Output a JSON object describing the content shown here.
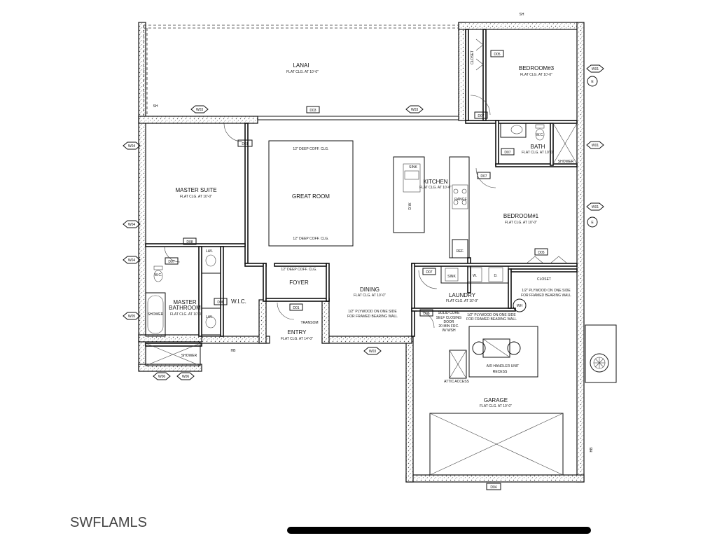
{
  "rooms": {
    "lanai": {
      "name": "LANAI",
      "ceiling": "FLAT CLG. AT 10'-0\""
    },
    "bedroom3": {
      "name": "BEDROOM#3",
      "ceiling": "FLAT CLG. AT 10'-0\""
    },
    "master_suite": {
      "name": "MASTER SUITE",
      "ceiling": "FLAT CLG. AT 10'-0\""
    },
    "great_room": {
      "name": "GREAT ROOM",
      "ceiling_top": "12\" DEEP COFF. CLG.",
      "ceiling_bottom": "12\" DEEP COFF. CLG."
    },
    "kitchen": {
      "name": "KITCHEN",
      "ceiling": "FLAT CLG. AT 10'-0\""
    },
    "bath": {
      "name": "BATH",
      "ceiling": "FLAT CLG. AT 10'-0\""
    },
    "bedroom1": {
      "name": "BEDROOM#1",
      "ceiling": "FLAT CLG. AT 10'-0\""
    },
    "foyer": {
      "name": "FOYER",
      "ceiling": "12\" DEEP COFF. CLG."
    },
    "wic": {
      "name": "W.I.C."
    },
    "dining": {
      "name": "DINING",
      "ceiling": "FLAT CLG. AT 10'-0\"",
      "note1": "1/2\" PLYWOOD ON ONE SIDE",
      "note2": "FOR FRAMED BEARING WALL"
    },
    "laundry": {
      "name": "LAUNDRY",
      "ceiling": "FLAT CLG. AT 10'-0\""
    },
    "master_bath": {
      "name1": "MASTER",
      "name2": "BATHROOM",
      "ceiling": "FLAT CLG. AT 10'-0\""
    },
    "entry": {
      "name": "ENTRY",
      "ceiling": "FLAT CLG. AT 14'-0\""
    },
    "garage": {
      "name": "GARAGE",
      "ceiling": "FLAT CLG. AT 10'-0\""
    },
    "closet": {
      "name": "CLOSET"
    }
  },
  "fixtures": {
    "sink": "SINK",
    "range": "RANGE",
    "dw": "D.W.",
    "ref": "REF.",
    "lav": "LAV.",
    "wc": "W.C.",
    "shower": "SHOWER",
    "washer": "W.",
    "dryer": "D.",
    "transom": "TRANSOM",
    "closet_label": "CLOSET",
    "wh": "WH",
    "air_handler": "AIR HANDLER UNIT",
    "recess": "RECESS",
    "attic_access": "ATTIC ACCESS",
    "garage_door_note1": "SOLID CORE",
    "garage_door_note2": "SELF CLOSING",
    "garage_door_note3": "DOOR",
    "garage_door_note4": "20 MIN FRC.",
    "garage_door_note5": "W/ WSH",
    "laundry_note1": "1/2\" PLYWOOD ON ONE SIDE",
    "laundry_note2": "FOR FRAMED BEARING WALL",
    "bed1_note1": "1/2\" PLYWOOD ON ONE SIDE",
    "bed1_note2": "FOR FRAMED BEARING WALL"
  },
  "tags": {
    "d01": "D01",
    "d03": "D03",
    "d04": "D04",
    "d05": "D05",
    "d06": "D06",
    "d07": "D07",
    "d08": "D08",
    "w01": "W01",
    "w03": "W03",
    "w04": "W04",
    "w05": "W05",
    "w06": "W06",
    "e": "E",
    "hb": "HB",
    "sh": "SH"
  },
  "watermark": "SWFLAMLS"
}
